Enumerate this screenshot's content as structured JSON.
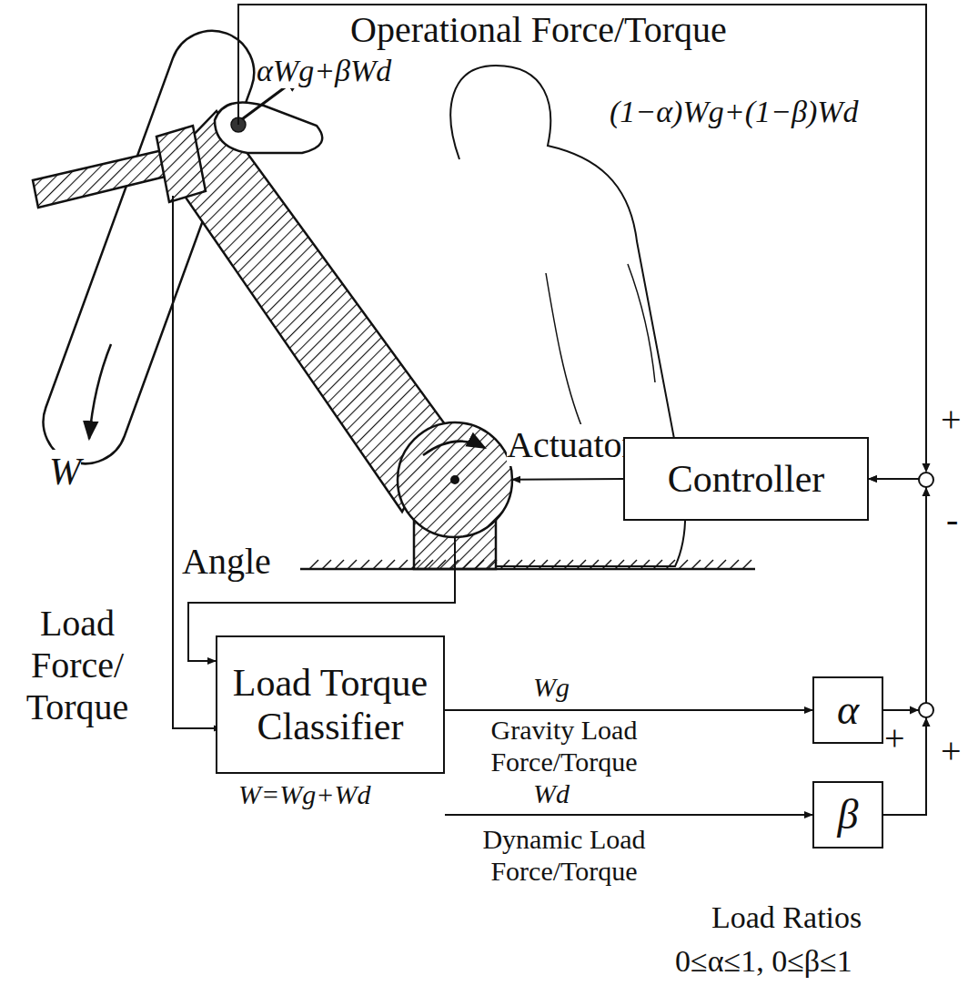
{
  "diagram": {
    "nodes": [
      {
        "text": [
          "Actuator"
        ]
      },
      {
        "text": [
          "Controller"
        ]
      },
      {
        "text": [
          "Load Torque Classifier"
        ]
      },
      {
        "text": [
          "α"
        ]
      },
      {
        "text": [
          "β"
        ]
      }
    ],
    "edges": [
      {
        "from": 1,
        "to": 0,
        "arrow": "to"
      },
      {
        "from": 0,
        "to": 2,
        "label": "Angle",
        "arrow": "to"
      },
      {
        "from": 2,
        "to": 3,
        "label": "Wg",
        "arrow": "to"
      },
      {
        "from": 2,
        "to": 4,
        "label": "Wd",
        "arrow": "to"
      },
      {
        "from": 3,
        "to": 1,
        "arrow": "to"
      },
      {
        "from": 4,
        "to": 1,
        "arrow": "to"
      }
    ],
    "labels": [
      "Operational Force/Torque",
      "αWg+βWd",
      "(1−α)Wg+(1−β)Wd",
      "W",
      "Load Force/ Torque",
      "Gravity Load Force/Torque",
      "Dynamic Load Force/Torque",
      "W=Wg+Wd",
      "Load Ratios",
      "0≤α≤1, 0≤β≤1",
      "+",
      "-",
      "+",
      "+"
    ]
  }
}
